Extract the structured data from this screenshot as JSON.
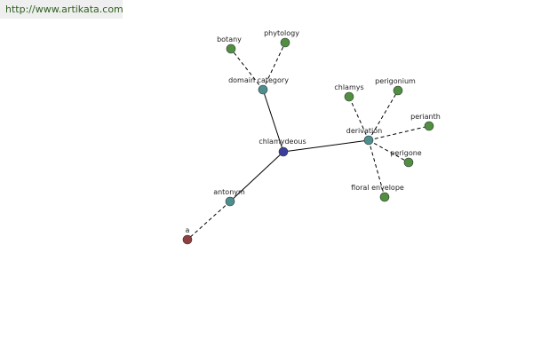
{
  "header": {
    "url": "http://www.artikata.com"
  },
  "colors": {
    "center": "#3b3f9c",
    "relation": "#4d8f8f",
    "leaf": "#4f8f3f",
    "antonym_leaf": "#8f3f3f",
    "url_text": "#2f5f1f",
    "url_bg": "#efefef"
  },
  "graph": {
    "nodes": [
      {
        "id": "chlamydeous",
        "label": "chlamydeous",
        "kind": "center"
      },
      {
        "id": "domain_category",
        "label": "domain category",
        "kind": "relation"
      },
      {
        "id": "botany",
        "label": "botany",
        "kind": "leaf"
      },
      {
        "id": "phytology",
        "label": "phytology",
        "kind": "leaf"
      },
      {
        "id": "derivation",
        "label": "derivation",
        "kind": "relation"
      },
      {
        "id": "chlamys",
        "label": "chlamys",
        "kind": "leaf"
      },
      {
        "id": "perigonium",
        "label": "perigonium",
        "kind": "leaf"
      },
      {
        "id": "perianth",
        "label": "perianth",
        "kind": "leaf"
      },
      {
        "id": "perigone",
        "label": "perigone",
        "kind": "leaf"
      },
      {
        "id": "floral_envelope",
        "label": "floral envelope",
        "kind": "leaf"
      },
      {
        "id": "antonym",
        "label": "antonym",
        "kind": "relation"
      },
      {
        "id": "a",
        "label": "a",
        "kind": "antonym_leaf"
      }
    ],
    "edges": [
      {
        "from": "chlamydeous",
        "to": "domain_category",
        "style": "solid"
      },
      {
        "from": "chlamydeous",
        "to": "derivation",
        "style": "solid"
      },
      {
        "from": "chlamydeous",
        "to": "antonym",
        "style": "solid"
      },
      {
        "from": "domain_category",
        "to": "botany",
        "style": "dashed"
      },
      {
        "from": "domain_category",
        "to": "phytology",
        "style": "dashed"
      },
      {
        "from": "derivation",
        "to": "chlamys",
        "style": "dashed"
      },
      {
        "from": "derivation",
        "to": "perigonium",
        "style": "dashed"
      },
      {
        "from": "derivation",
        "to": "perianth",
        "style": "dashed"
      },
      {
        "from": "derivation",
        "to": "perigone",
        "style": "dashed"
      },
      {
        "from": "derivation",
        "to": "floral_envelope",
        "style": "dashed"
      },
      {
        "from": "antonym",
        "to": "a",
        "style": "dashed"
      }
    ]
  }
}
